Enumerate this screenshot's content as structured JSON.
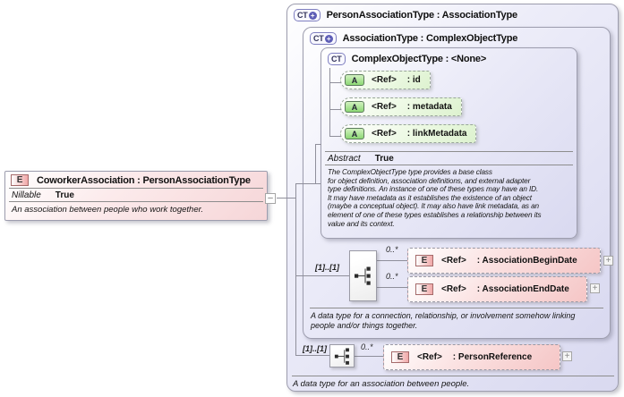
{
  "icons": {
    "ct": "CT",
    "ct_plus": "+",
    "element": "E",
    "attribute": "A",
    "collapse": "–",
    "expand": "+"
  },
  "left_element": {
    "title": "CoworkerAssociation : PersonAssociationType",
    "property_label": "Nillable",
    "property_value": "True",
    "description": "An association between people who work together."
  },
  "outer_box": {
    "title": "PersonAssociationType : AssociationType",
    "description": "A data type for an association between people."
  },
  "assoc_box": {
    "title": "AssociationType : ComplexObjectType",
    "description": "A data type for a connection, relationship, or involvement somehow linking\npeople and/or things together."
  },
  "cot_box": {
    "title": "ComplexObjectType : <None>",
    "attributes": [
      {
        "ref": "<Ref>",
        "name": ": id"
      },
      {
        "ref": "<Ref>",
        "name": ": metadata"
      },
      {
        "ref": "<Ref>",
        "name": ": linkMetadata"
      }
    ],
    "property_label": "Abstract",
    "property_value": "True",
    "description": "The ComplexObjectType type provides a base class\nfor object definition, association definitions, and external adapter\ntype definitions. An instance of one of these types may have an ID.\nIt may have metadata as it establishes the existence of an object\n(maybe a conceptual object). It may also have link metadata, as an\nelement of one of these types establishes a relationship between its\nvalue and its context."
  },
  "sequences": [
    {
      "cardinality": "[1]..[1]"
    },
    {
      "cardinality": "[1]..[1]"
    }
  ],
  "elements": [
    {
      "ref": "<Ref>",
      "name": ": AssociationBeginDate",
      "occurrence": "0..*"
    },
    {
      "ref": "<Ref>",
      "name": ": AssociationEndDate",
      "occurrence": "0..*"
    },
    {
      "ref": "<Ref>",
      "name": ": PersonReference",
      "occurrence": "0..*"
    }
  ]
}
